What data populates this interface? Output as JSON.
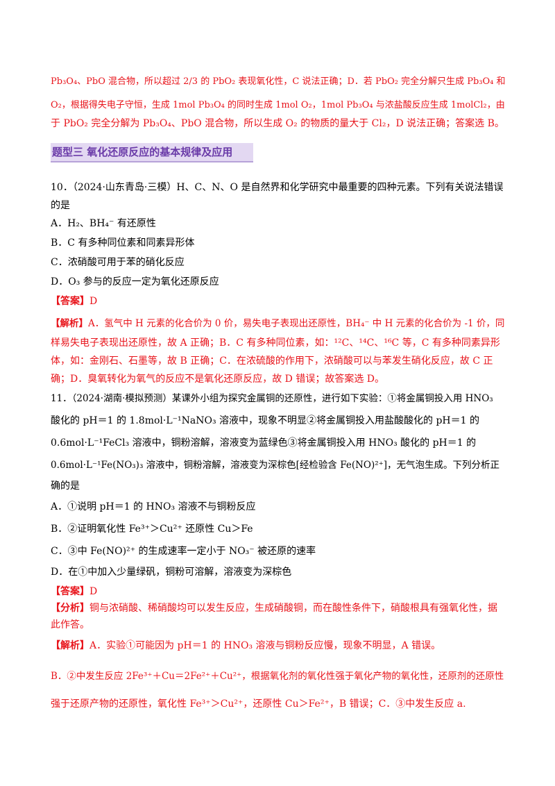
{
  "prev_solution": {
    "line1": "Pb₃O₄、PbO 混合物，所以超过 2/3 的 PbO₂ 表现氧化性，C 说法正确；D．若 PbO₂ 完全分解只生成 Pb₃O₄ 和",
    "line2": "O₂，根据得失电子守恒，生成 1mol Pb₃O₄ 的同时生成 1mol O₂，1mol Pb₃O₄ 与浓盐酸反应生成 1molCl₂，由",
    "line3": "于 PbO₂ 完全分解为 Pb₃O₄、PbO 混合物，所以生成 O₂ 的物质的量大于 Cl₂，D 说法正确；答案选 B。"
  },
  "section_heading": "题型三  氧化还原反应的基本规律及应用",
  "q10": {
    "stem1": "10．（2024·山东青岛·三模）H、C、N、O 是自然界和化学研究中最重要的四种元素。下列有关说法错误",
    "stem2": "的是",
    "opt_a": "A．H₂、BH₄⁻ 有还原性",
    "opt_b": "B．C 有多种同位素和同素异形体",
    "opt_c": "C．浓硝酸可用于苯的硝化反应",
    "opt_d": "D．O₃ 参与的反应一定为氧化还原反应",
    "answer_tag": "【答案】",
    "answer": "D",
    "analysis_tag": "【解析】",
    "analysis1": "A．氢气中 H 元素的化合价为 0 价，易失电子表现出还原性，BH₄⁻ 中 H 元素的化合价为 -1 价，同",
    "analysis2": "样易失电子表现出还原性，故 A 正确；B．C 有多种同位素，如：¹²C、¹⁴C、¹⁶C 等，C 有多种同素异形",
    "analysis3": "体，如：金刚石、石墨等，故 B 正确；C．在浓硫酸的作用下，浓硝酸可以与苯发生硝化反应，故 C 正",
    "analysis4": "确；D．臭氧转化为氧气的反应不是氧化还原反应，故 D 错误；故答案选 D。"
  },
  "q11": {
    "stem1": "11．（2024·湖南·模拟预测）某课外小组为探究金属铜的还原性，进行如下实验：①将金属铜投入用 HNO₃",
    "stem2": "酸化的 pH＝1 的 1.8mol·L⁻¹NaNO₃ 溶液中，现象不明显②将金属铜投入用盐酸酸化的 pH＝1 的",
    "stem3": "0.6mol·L⁻¹FeCl₃ 溶液中，铜粉溶解，溶液变为蓝绿色③将金属铜投入用 HNO₃ 酸化的 pH＝1 的",
    "stem4": "0.6mol·L⁻¹Fe(NO₃)₃ 溶液中，铜粉溶解，溶液变为深棕色[经检验含 Fe(NO)²⁺]，无气泡生成。下列分析正",
    "stem5": "确的是",
    "opt_a": "A．①说明 pH＝1 的 HNO₃ 溶液不与铜粉反应",
    "opt_b": "B．②证明氧化性 Fe³⁺＞Cu²⁺ 还原性 Cu＞Fe",
    "opt_c": "C．③中 Fe(NO)²⁺ 的生成速率一定小于 NO₃⁻ 被还原的速率",
    "opt_d": "D．在①中加入少量绿矾，铜粉可溶解，溶液变为深棕色",
    "answer_tag": "【答案】",
    "answer": "D",
    "fenxi_tag": "【分析】",
    "fenxi1": "铜与浓硝酸、稀硝酸均可以发生反应，生成硝酸铜，而在酸性条件下，硝酸根具有强氧化性，据",
    "fenxi2": "此作答。",
    "analysis_tag": "【解析】",
    "analysis1": "A．实验①可能因为 pH＝1 的 HNO₃ 溶液与铜粉反应慢，现象不明显，A 错误。",
    "analysis2": "B．②中发生反应 2Fe³⁺＋Cu＝2Fe²⁺＋Cu²⁺，根据氧化剂的氧化性强于氧化产物的氧化性，还原剂的还原性",
    "analysis3": "强于还原产物的还原性，氧化性 Fe³⁺＞Cu²⁺，还原性 Cu＞Fe²⁺，B 错误；C．③中发生反应 a."
  }
}
